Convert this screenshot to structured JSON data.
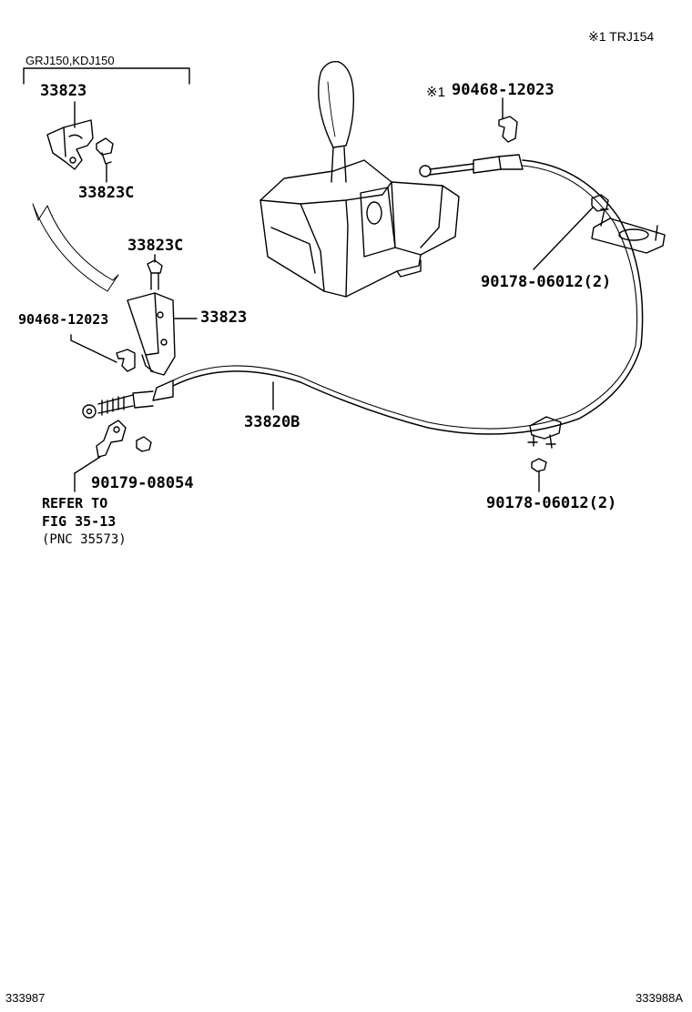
{
  "header": {
    "note": "※1 TRJ154",
    "group_label": "GRJ150,KDJ150"
  },
  "parts": {
    "bracket_top": "33823",
    "bolt_top": "33823C",
    "bolt_mid": "33823C",
    "bracket_mid": "33823",
    "clip_left": "90468-12023",
    "clip_right_prefix": "※1",
    "clip_right": "90468-12023",
    "nut_upper": "90178-06012(2)",
    "cable": "33820B",
    "nut_small": "90179-08054",
    "nut_lower": "90178-06012(2)"
  },
  "refer": {
    "line1": "REFER TO",
    "line2": "FIG 35-13",
    "line3": "(PNC 35573)"
  },
  "footer": {
    "left_code": "333987",
    "right_code": "333988A"
  }
}
